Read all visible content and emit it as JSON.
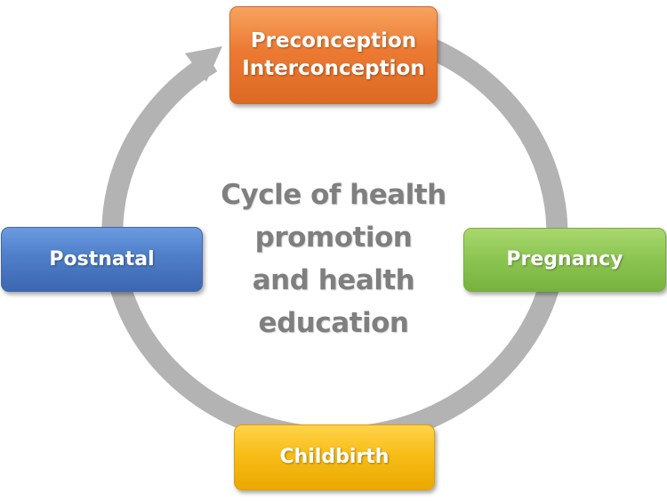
{
  "center_label": [
    "Cycle of health",
    "promotion",
    "and health",
    "education"
  ],
  "stages": {
    "top": [
      "Preconception",
      "Interconception"
    ],
    "right": "Pregnancy",
    "bottom": "Childbirth",
    "left": "Postnatal"
  },
  "colors": {
    "ring": "#b3b3b3",
    "top": "#ed7d31",
    "right": "#8cc152",
    "bottom": "#f9bd19",
    "left": "#4f7fca",
    "center_text": "#7f7f7f"
  }
}
